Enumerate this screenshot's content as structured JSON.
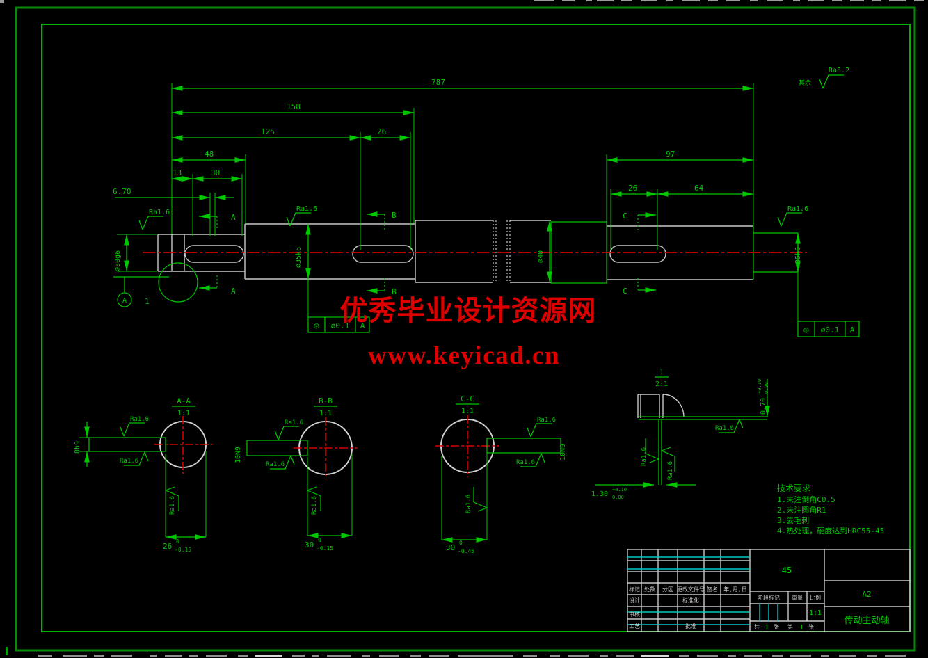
{
  "drawing": {
    "ra": "Ra1.6",
    "surface_default": {
      "prefix": "其余",
      "value": "Ra3.2"
    },
    "main": {
      "dims": {
        "overall": "787",
        "l158": "158",
        "l125": "125",
        "l26_key_b": "26",
        "l48": "48",
        "l13": "13",
        "l30": "30",
        "l670": "6.70",
        "l97": "97",
        "l26_key_c": "26",
        "l64": "64"
      },
      "dias": {
        "left": "∅30g6",
        "mid": "∅35k6",
        "big": "∅40",
        "right": "∅35k6"
      },
      "sections": {
        "a": "A",
        "b": "B",
        "c": "C"
      },
      "datum": "A",
      "detail_ref": "1",
      "tol": {
        "sym": "◎",
        "val": "∅0.1",
        "datum": "A"
      }
    },
    "watermark": {
      "line1": "优秀毕业设计资源网",
      "line2": "www.keyicad.cn"
    },
    "views": {
      "aa": {
        "title": "A-A",
        "scale": "1:1",
        "key": "8h9",
        "dim": "26",
        "tu": "0",
        "tl": "-0.15"
      },
      "bb": {
        "title": "B-B",
        "scale": "1:1",
        "key": "10N9",
        "dim": "30",
        "tu": "0",
        "tl": "-0.15"
      },
      "cc": {
        "title": "C-C",
        "scale": "1:1",
        "key": "10N9",
        "dim": "30",
        "tu": "0",
        "tl": "-0.45"
      }
    },
    "detail": {
      "title": "1",
      "scale": "2:1",
      "v": "0.70",
      "vu": "+0.10",
      "vl": "0.00",
      "h": "1.30",
      "hu": "+0.10",
      "hl": "0.00"
    },
    "tech": {
      "title": "技术要求",
      "items": [
        "1.未注倒角C0.5",
        "2.未注圆角R1",
        "3.去毛刺",
        "4.热处理，硬度达到HRC55-45"
      ]
    },
    "title_block": {
      "material": "45",
      "sheet": "A2",
      "part": "传动主动轴",
      "scale": "1:1",
      "cols": [
        "标记",
        "处数",
        "分区",
        "更改文件号",
        "签名",
        "年,月,日"
      ],
      "design": "设计",
      "standard": "标准化",
      "review": "审核",
      "process": "工艺",
      "approve": "批准",
      "stage": "阶段标记",
      "weight": "重量",
      "scale_lbl": "比例",
      "sheets": {
        "gong": "共",
        "n1": "1",
        "zhang1": "张",
        "di": "第",
        "n2": "1",
        "zhang2": "张"
      }
    }
  }
}
